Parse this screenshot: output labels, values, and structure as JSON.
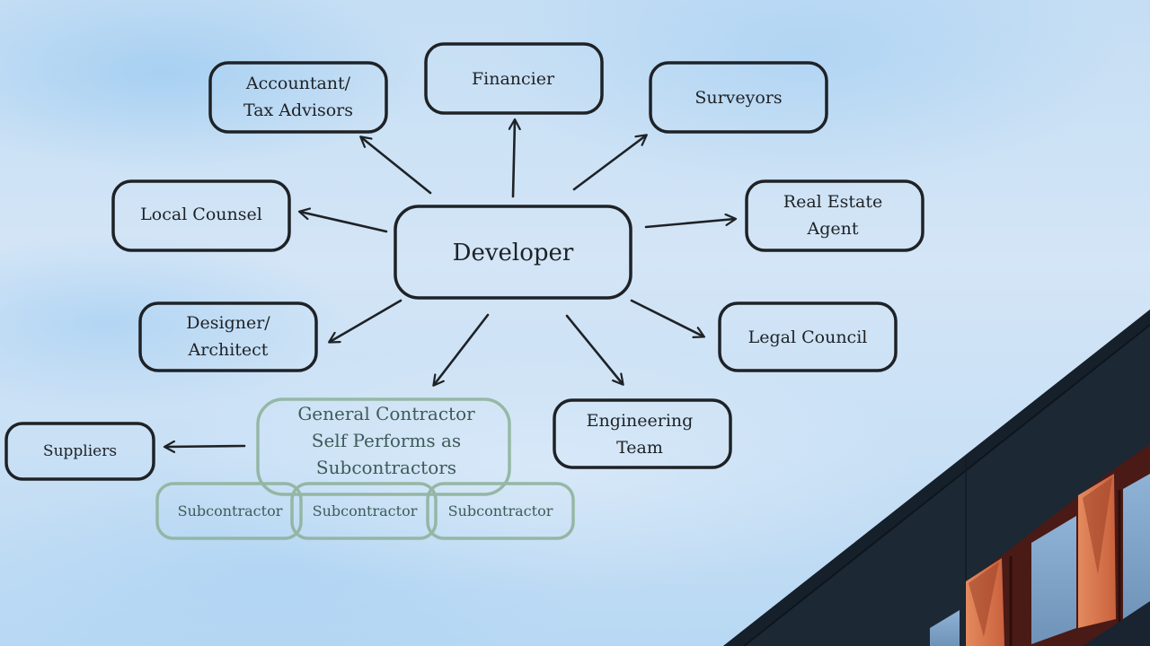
{
  "diagram": {
    "center": {
      "label": "Developer"
    },
    "nodes": [
      {
        "id": "accountant",
        "lines": [
          "Accountant/",
          "Tax Advisors"
        ]
      },
      {
        "id": "financier",
        "lines": [
          "Financier"
        ]
      },
      {
        "id": "surveyors",
        "lines": [
          "Surveyors"
        ]
      },
      {
        "id": "local-counsel",
        "lines": [
          "Local Counsel"
        ]
      },
      {
        "id": "real-estate-agent",
        "lines": [
          "Real Estate",
          "Agent"
        ]
      },
      {
        "id": "designer",
        "lines": [
          "Designer/",
          "Architect"
        ]
      },
      {
        "id": "legal-council",
        "lines": [
          "Legal Council"
        ]
      },
      {
        "id": "engineering-team",
        "lines": [
          "Engineering",
          "Team"
        ]
      },
      {
        "id": "general-contractor",
        "lines": [
          "General Contractor",
          "Self Performs as",
          "Subcontractors"
        ]
      },
      {
        "id": "suppliers",
        "lines": [
          "Suppliers"
        ]
      }
    ],
    "subcontractors": [
      {
        "label": "Subcontractor"
      },
      {
        "label": "Subcontractor"
      },
      {
        "label": "Subcontractor"
      }
    ],
    "edges": [
      {
        "from": "Developer",
        "to": "Accountant/Tax Advisors"
      },
      {
        "from": "Developer",
        "to": "Financier"
      },
      {
        "from": "Developer",
        "to": "Surveyors"
      },
      {
        "from": "Developer",
        "to": "Local Counsel"
      },
      {
        "from": "Developer",
        "to": "Real Estate Agent"
      },
      {
        "from": "Developer",
        "to": "Designer/Architect"
      },
      {
        "from": "Developer",
        "to": "General Contractor"
      },
      {
        "from": "Developer",
        "to": "Engineering Team"
      },
      {
        "from": "Developer",
        "to": "Legal Council"
      },
      {
        "from": "General Contractor",
        "to": "Suppliers"
      }
    ],
    "colors": {
      "ink": "#1e2226",
      "green_outline": "#8fb29c",
      "green_text": "#3e5b58",
      "sky": "#c9e0f5",
      "building_dark": "#1b2631",
      "building_orange": "#d9774f"
    }
  }
}
